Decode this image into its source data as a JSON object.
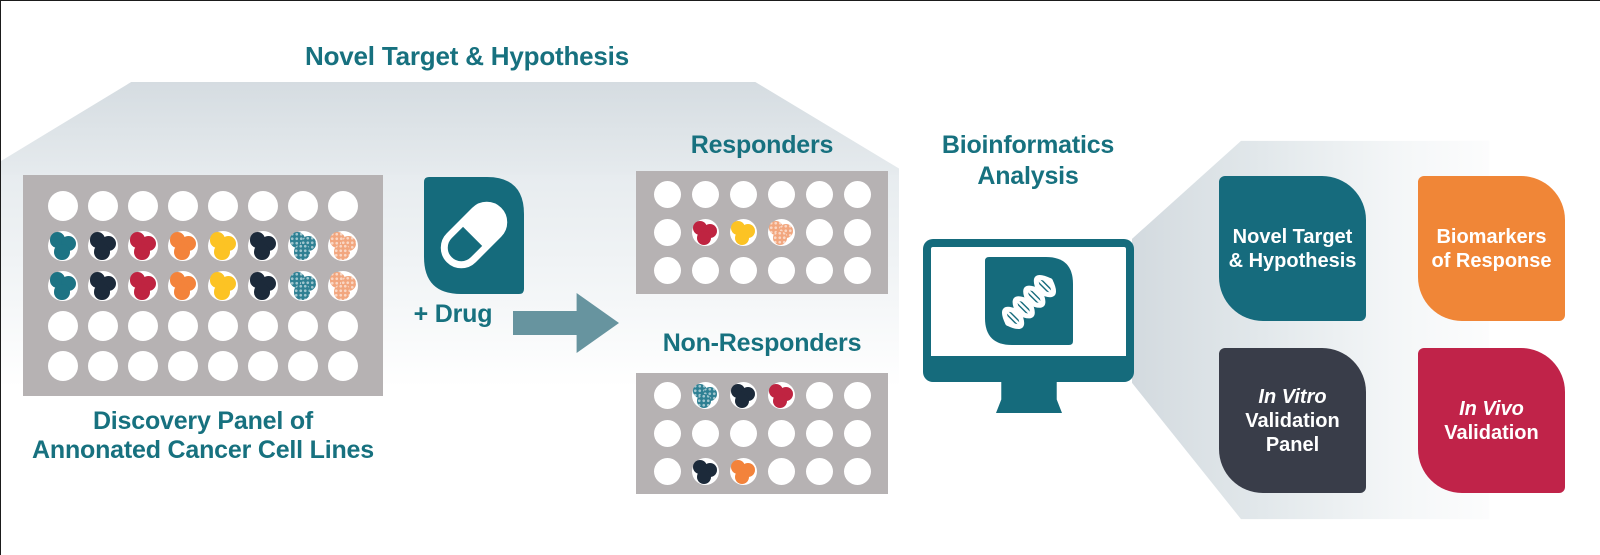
{
  "title": "Novel Target & Hypothesis",
  "discovery": {
    "caption_line1": "Discovery Panel of",
    "caption_line2": "Annonated Cancer Cell Lines"
  },
  "drug_label": "+ Drug",
  "responders": {
    "title": "Responders"
  },
  "non_responders": {
    "title": "Non-Responders"
  },
  "bioinformatics": {
    "title_line1": "Bioinformatics",
    "title_line2": "Analysis"
  },
  "icons": {
    "pill": "pill-capsule-icon",
    "arrow": "right-arrow-icon",
    "monitor": "computer-monitor-icon",
    "dna": "dna-helix-icon"
  },
  "colors": {
    "accent_teal": "#156b7c",
    "label_teal": "#17717f",
    "arrow_muted_teal": "#67949f",
    "plate_gray": "#b6b2b3",
    "well_white": "#ffffff",
    "backdrop_gray": "#d6dde2",
    "tile_text": "#ffffff"
  },
  "cluster_colors": {
    "teal": {
      "hex": "#1d7384",
      "speckled": false
    },
    "navy": {
      "hex": "#1c2a3a",
      "speckled": false
    },
    "red": {
      "hex": "#bf2441",
      "speckled": false
    },
    "orange": {
      "hex": "#f3833b",
      "speckled": false
    },
    "yellow": {
      "hex": "#fcc324",
      "speckled": false
    },
    "tealDot": {
      "hex": "#2e8093",
      "speckled": true
    },
    "salmon": {
      "hex": "#f2a67e",
      "speckled": true
    }
  },
  "plates": {
    "discovery": {
      "cols": 8,
      "rows": 5,
      "wells": [
        [
          null,
          null,
          null,
          null,
          null,
          null,
          null,
          null
        ],
        [
          "teal",
          "navy",
          "red",
          "orange",
          "yellow",
          "navy",
          "tealDot",
          "salmon"
        ],
        [
          "teal",
          "navy",
          "red",
          "orange",
          "yellow",
          "navy",
          "tealDot",
          "salmon"
        ],
        [
          null,
          null,
          null,
          null,
          null,
          null,
          null,
          null
        ],
        [
          null,
          null,
          null,
          null,
          null,
          null,
          null,
          null
        ]
      ]
    },
    "responders": {
      "cols": 6,
      "rows": 3,
      "wells": [
        [
          null,
          null,
          null,
          null,
          null,
          null
        ],
        [
          null,
          "red",
          "yellow",
          "salmon",
          null,
          null
        ],
        [
          null,
          null,
          null,
          null,
          null,
          null
        ]
      ]
    },
    "nonresponders": {
      "cols": 6,
      "rows": 3,
      "wells": [
        [
          null,
          "tealDot",
          "navy",
          "red",
          null,
          null
        ],
        [
          null,
          null,
          null,
          null,
          null,
          null
        ],
        [
          null,
          "navy",
          "orange",
          null,
          null,
          null
        ]
      ]
    }
  },
  "tiles": [
    {
      "id": "novel-target-hypothesis",
      "color": "#166b7d",
      "lines": [
        {
          "text": "Novel Target",
          "italic": false
        },
        {
          "text": "& Hypothesis",
          "italic": false
        }
      ]
    },
    {
      "id": "biomarkers-of-response",
      "color": "#f08637",
      "lines": [
        {
          "text": "Biomarkers",
          "italic": false
        },
        {
          "text": "of Response",
          "italic": false
        }
      ]
    },
    {
      "id": "in-vitro-validation-panel",
      "color": "#393d49",
      "lines": [
        {
          "text": "In Vitro",
          "italic": true
        },
        {
          "text": "Validation",
          "italic": false
        },
        {
          "text": "Panel",
          "italic": false
        }
      ]
    },
    {
      "id": "in-vivo-validation",
      "color": "#c02349",
      "lines": [
        {
          "text": "In Vivo",
          "italic": true
        },
        {
          "text": "Validation",
          "italic": false
        }
      ]
    }
  ]
}
